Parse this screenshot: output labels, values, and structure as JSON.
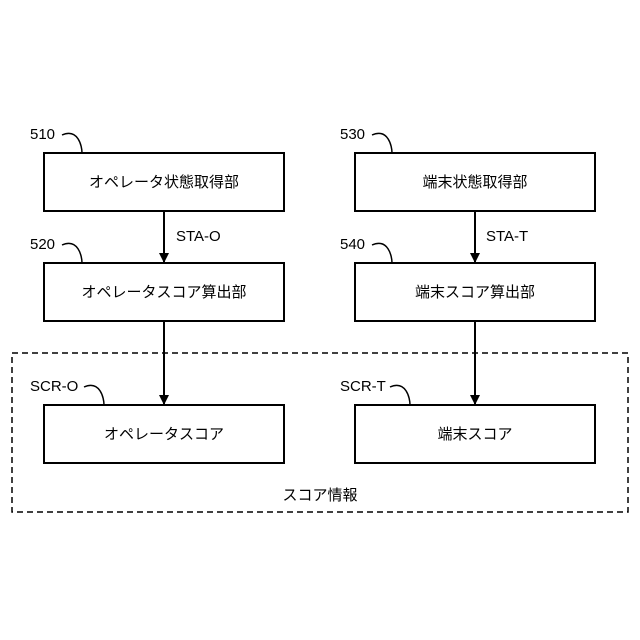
{
  "boxes": {
    "b510": {
      "ref": "510",
      "label": "オペレータ状態取得部"
    },
    "b530": {
      "ref": "530",
      "label": "端末状態取得部"
    },
    "b520": {
      "ref": "520",
      "label": "オペレータスコア算出部"
    },
    "b540": {
      "ref": "540",
      "label": "端末スコア算出部"
    },
    "scr_o": {
      "ref": "SCR-O",
      "label": "オペレータスコア"
    },
    "scr_t": {
      "ref": "SCR-T",
      "label": "端末スコア"
    }
  },
  "signals": {
    "sta_o": "STA-O",
    "sta_t": "STA-T"
  },
  "group": {
    "label": "スコア情報"
  }
}
